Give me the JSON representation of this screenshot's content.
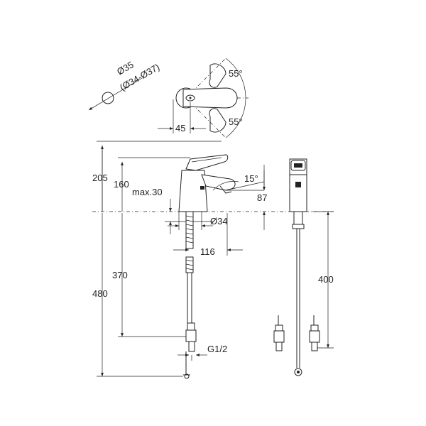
{
  "dimensions": {
    "hole_diameter": "Ø35",
    "hole_range": "(Ø34-Ø37)",
    "angle_upper": "55°",
    "angle_lower": "55°",
    "offset_top": "45",
    "height_total": "205",
    "height_spout": "160",
    "tilt_angle": "15°",
    "spout_height": "87",
    "max_thickness": "max.30",
    "shank_diameter": "Ø34",
    "reach": "116",
    "depth_370": "370",
    "depth_480": "480",
    "hose_400": "400",
    "thread": "G1/2"
  }
}
